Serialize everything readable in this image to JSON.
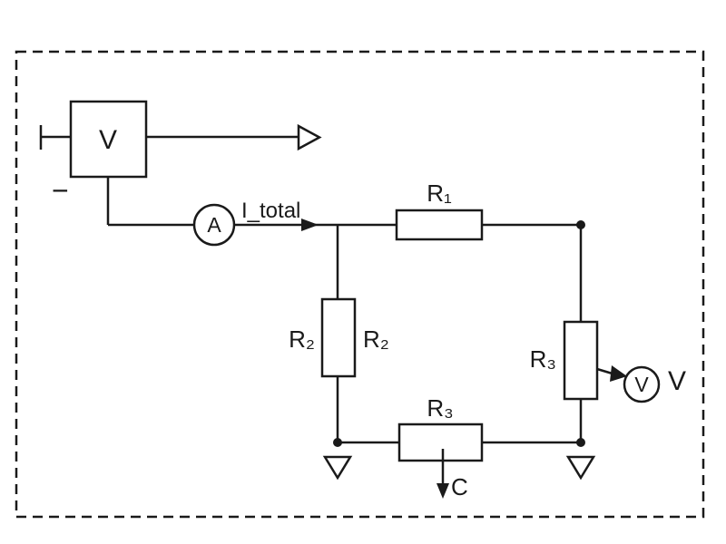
{
  "diagram": {
    "kind": "circuit-schematic",
    "border_style": "dashed",
    "colors": {
      "stroke": "#1a1a1a",
      "background": "#ffffff"
    },
    "labels": {
      "voltage_source": "V",
      "polarity_minus": "−",
      "ammeter": "A",
      "current_total": "I_total",
      "resistor_r1": "R₁",
      "resistor_r2_left": "R₂",
      "resistor_r2_right": "R₂",
      "resistor_r3_right": "R₃",
      "resistor_r3_bottom": "R₃",
      "voltmeter": "V",
      "voltmeter_reading": "V",
      "current_branch": "C"
    },
    "components": [
      {
        "type": "voltage-source",
        "label": "V"
      },
      {
        "type": "ammeter",
        "label": "A",
        "measures": "I_total"
      },
      {
        "type": "resistor",
        "label": "R₁",
        "orientation": "horizontal"
      },
      {
        "type": "resistor",
        "label": "R₂",
        "orientation": "vertical"
      },
      {
        "type": "resistor",
        "label": "R₃",
        "orientation": "vertical"
      },
      {
        "type": "resistor",
        "label": "R₃",
        "orientation": "horizontal"
      },
      {
        "type": "voltmeter",
        "label": "V"
      },
      {
        "type": "ground",
        "count": 2
      }
    ]
  }
}
